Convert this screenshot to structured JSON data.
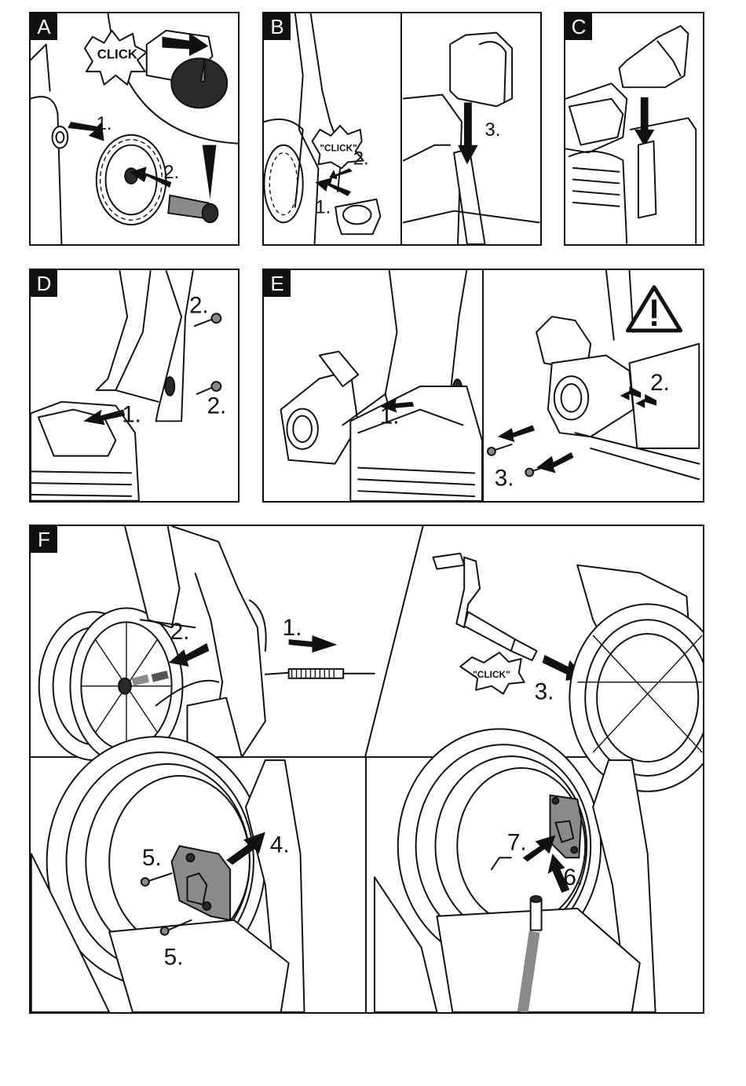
{
  "panels": {
    "A": {
      "label": "A",
      "click_text": "CLICK",
      "steps": [
        "1.",
        "2."
      ]
    },
    "B": {
      "label": "B",
      "click_text": "\"CLICK\"",
      "steps": [
        "1.",
        "2.",
        "3."
      ]
    },
    "C": {
      "label": "C"
    },
    "D": {
      "label": "D",
      "steps": [
        "1.",
        "2.",
        "2."
      ]
    },
    "E": {
      "label": "E",
      "steps": [
        "1.",
        "2.",
        "3."
      ]
    },
    "F": {
      "label": "F",
      "click_text": "\"CLICK\"",
      "steps": [
        "1.",
        "2.",
        "3.",
        "4.",
        "5.",
        "5.",
        "6.",
        "7."
      ]
    }
  },
  "icons": {
    "warning": "warning-triangle-icon"
  },
  "colors": {
    "ink": "#111111",
    "paper": "#ffffff",
    "gray": "#8a8a8a"
  }
}
